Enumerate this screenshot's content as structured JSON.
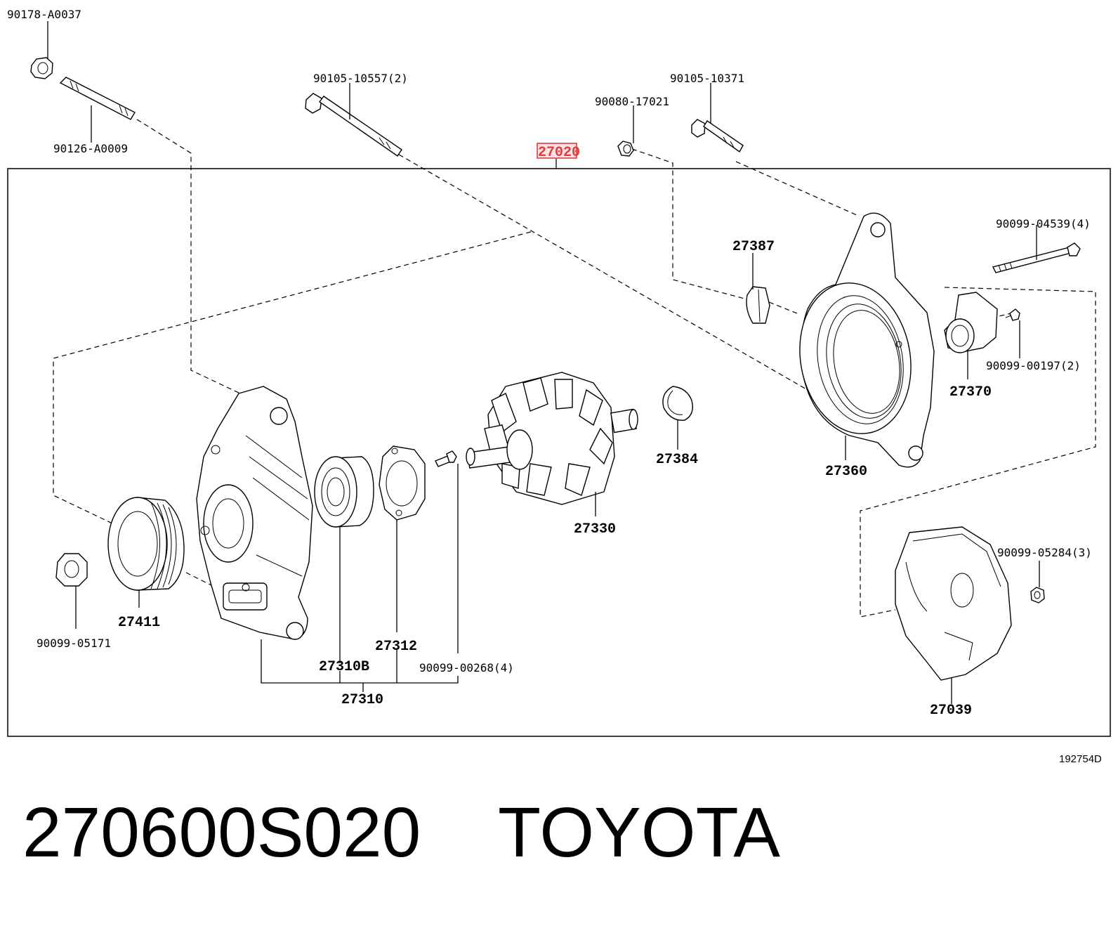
{
  "diagram": {
    "drawing_code": "192754D",
    "highlighted_ref": "27020",
    "parts": {
      "nut_top_left": "90178-A0037",
      "stud_top_left": "90126-A0009",
      "through_bolt": "90105-10557(2)",
      "bracket_nut": "90080-17021",
      "bolt_top_right": "90105-10371",
      "terminal_insulator": "27387",
      "screw_brush": "90099-04539(4)",
      "small_screw": "90099-00197(2)",
      "brush_holder": "27370",
      "rear_frame": "27360",
      "rotor": "27330",
      "retainer": "27384",
      "pulley": "27411",
      "pulley_nut": "90099-05171",
      "bearing": "27310B",
      "plate": "27312",
      "screw_4": "90099-00268(4)",
      "drive_end_frame": "27310",
      "end_cover": "27039",
      "cover_nut": "90099-05284(3)"
    }
  },
  "footer": {
    "part_number": "270600S020",
    "brand": "TOYOTA"
  },
  "colors": {
    "highlight": "#e23b3b",
    "highlight_fill": "#fde3e3",
    "line": "#000000",
    "background": "#ffffff"
  }
}
